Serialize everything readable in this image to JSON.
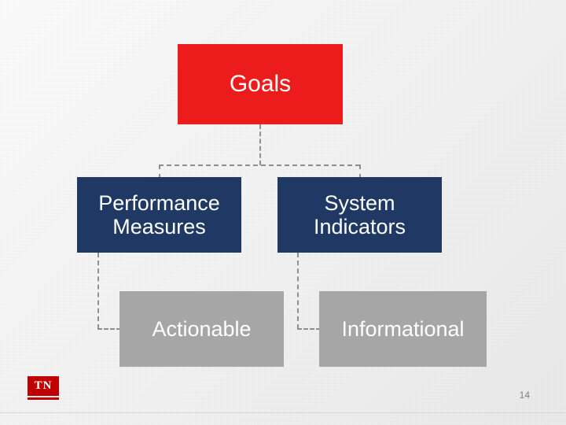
{
  "slide": {
    "page_number": "14",
    "logo_text": "TN",
    "background_color": "#f2f2f2"
  },
  "diagram": {
    "type": "hierarchy",
    "nodes": [
      {
        "id": "goals",
        "label": "Goals",
        "color": "#ed1c1c",
        "level": 1
      },
      {
        "id": "performance-measures",
        "label": "Performance\nMeasures",
        "color": "#1f3864",
        "level": 2
      },
      {
        "id": "system-indicators",
        "label": "System\nIndicators",
        "color": "#1f3864",
        "level": 2
      },
      {
        "id": "actionable",
        "label": "Actionable",
        "color": "#a6a6a6",
        "level": 3
      },
      {
        "id": "informational",
        "label": "Informational",
        "color": "#a6a6a6",
        "level": 3
      }
    ],
    "connectors": [
      {
        "from": "goals",
        "to": "performance-measures",
        "style": "dashed"
      },
      {
        "from": "goals",
        "to": "system-indicators",
        "style": "dashed"
      },
      {
        "from": "performance-measures",
        "to": "actionable",
        "style": "dashed"
      },
      {
        "from": "system-indicators",
        "to": "informational",
        "style": "dashed"
      }
    ],
    "connector_color": "#8f8f8f"
  }
}
